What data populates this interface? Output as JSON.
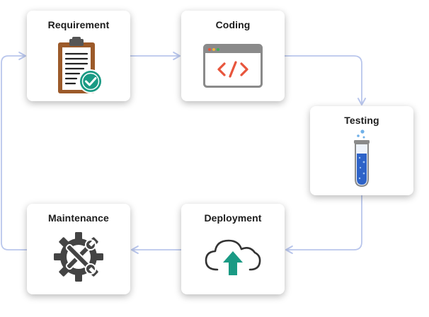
{
  "diagram": {
    "stages": [
      {
        "label": "Requirement",
        "icon": "clipboard-check-icon"
      },
      {
        "label": "Coding",
        "icon": "code-window-icon"
      },
      {
        "label": "Testing",
        "icon": "test-tube-icon"
      },
      {
        "label": "Deployment",
        "icon": "cloud-upload-icon"
      },
      {
        "label": "Maintenance",
        "icon": "gear-wrench-icon"
      }
    ],
    "colors": {
      "connector": "#b9c6ec",
      "accent_teal": "#1a9a84",
      "accent_red": "#e8553c",
      "tube_blue": "#2e63c8",
      "clipboard_brown": "#9c5a2a",
      "dark_gray": "#444444"
    }
  }
}
